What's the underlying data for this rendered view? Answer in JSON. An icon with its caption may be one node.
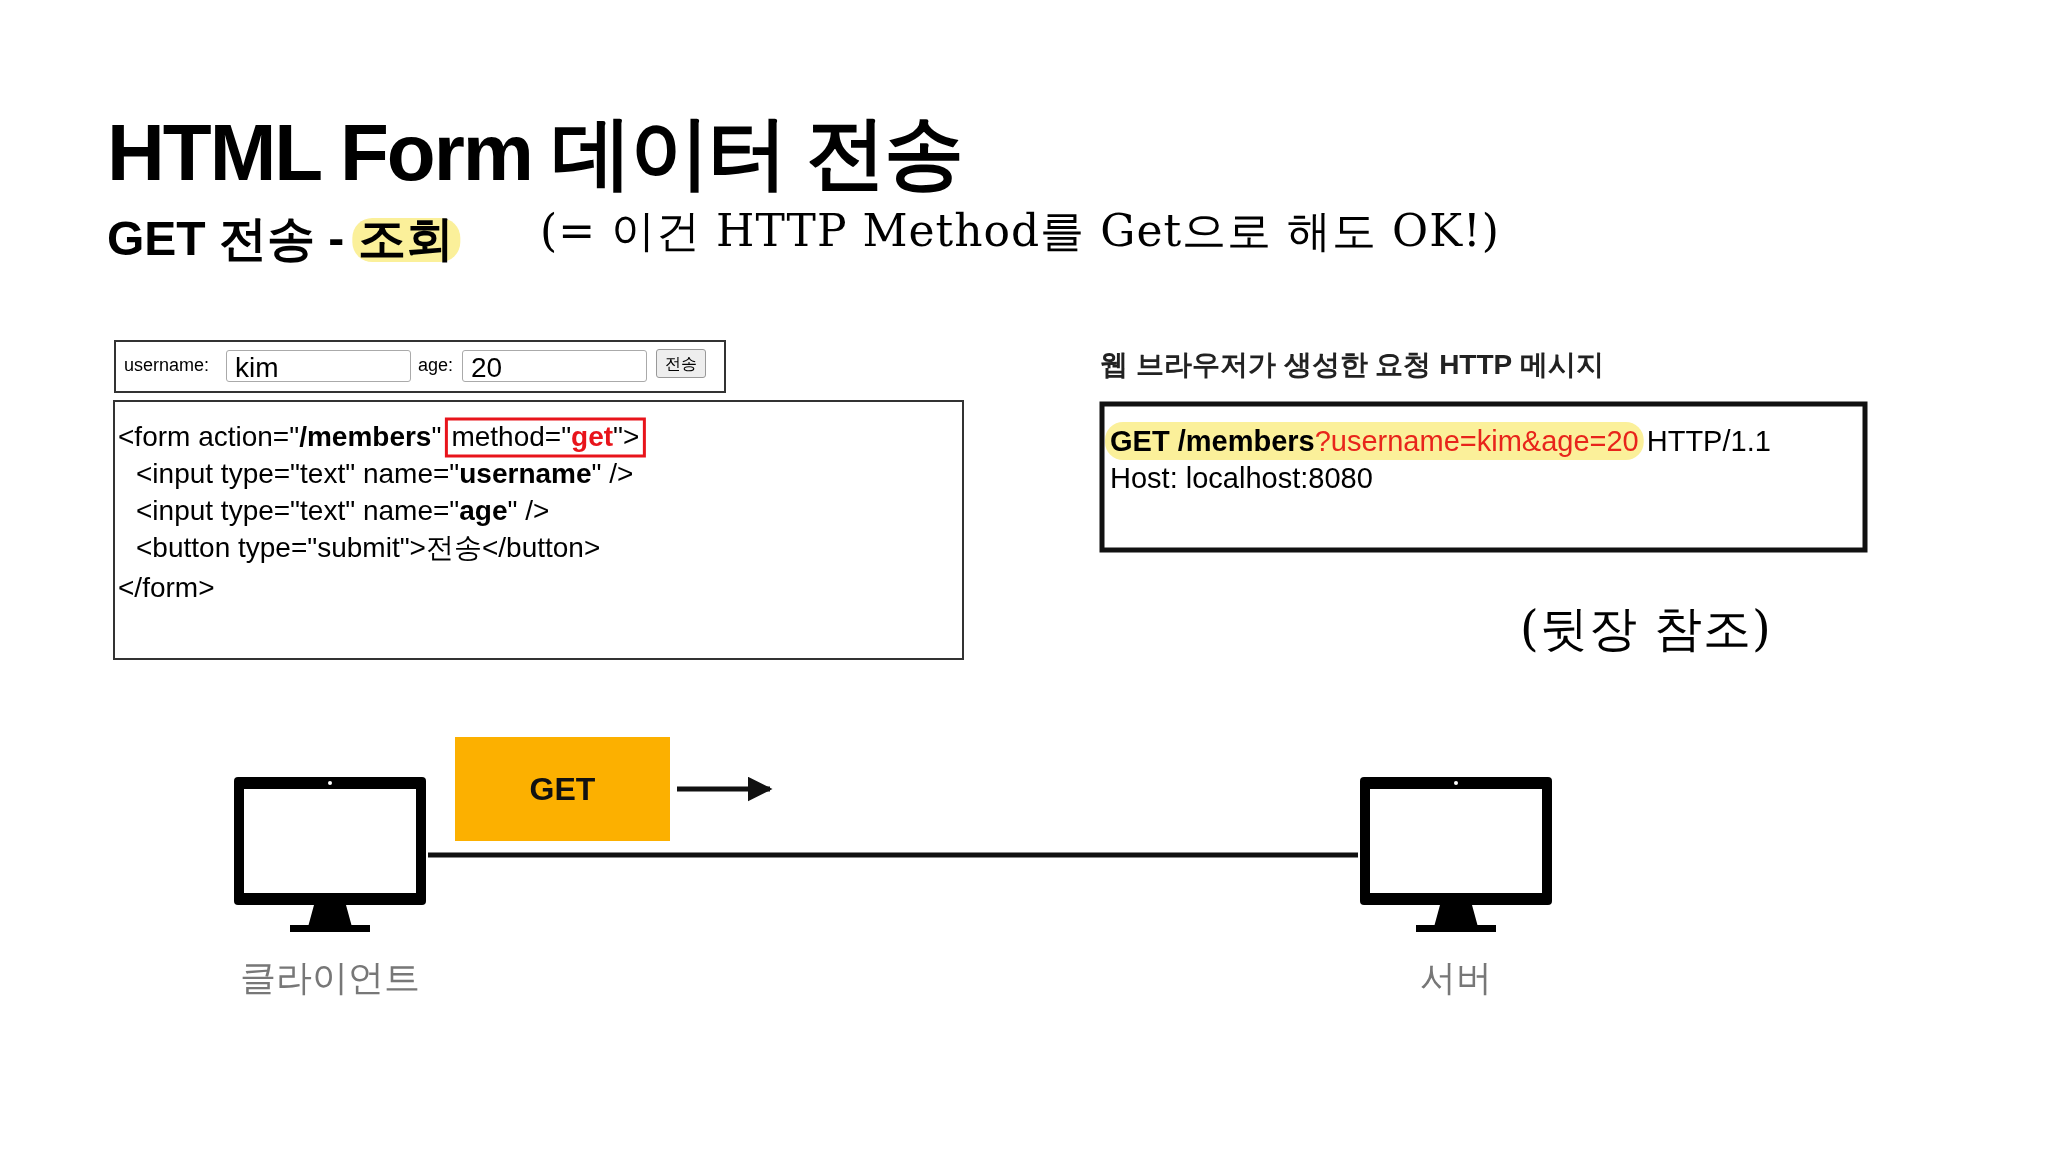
{
  "diagram": {
    "title": "HTML Form 데이터 전송",
    "nodes": [
      {
        "text": [],
        "shape": "picture",
        "beside": [
          "클라이언트"
        ]
      },
      {
        "text": [
          "GET"
        ]
      },
      {
        "text": [],
        "shape": "picture",
        "beside": [
          "서버"
        ]
      }
    ],
    "edges": [
      {
        "from": 0,
        "to": 2,
        "arrow": "none"
      },
      {
        "from": 1,
        "to": null,
        "arrow": "to"
      }
    ],
    "labels": [
      "GET 전송 -",
      "조회",
      "(= 이건 HTTP Method를 Get으로 해도 OK!)",
      "username:",
      "kim",
      "age:",
      "20",
      "전송",
      "<form action=\"**/members**\"",
      "method=\"**get**\">",
      "<input type=\"text\" name=\"**username**\" />",
      "<input type=\"text\" name=\"**age**\" />",
      "<button type=\"submit\">전송</button>",
      "</form>",
      "웹 브라우저가 생성한 요청 **HTTP** 메시지",
      "GET /members",
      "?username=kim&age=20",
      "HTTP/1.1",
      "Host: localhost:8080",
      "(뒷장 참조)"
    ]
  }
}
